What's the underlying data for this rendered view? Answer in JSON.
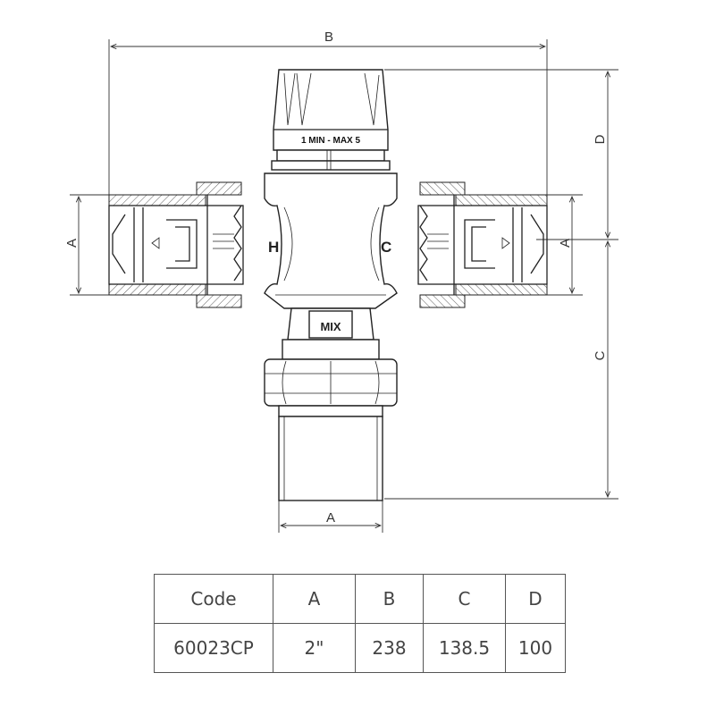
{
  "drawing": {
    "dimension_labels": {
      "B": "B",
      "D": "D",
      "C": "C",
      "A_left": "A",
      "A_right": "A",
      "A_bottom": "A"
    },
    "knob_label": "1 MIN - MAX 5",
    "hot_port_label": "H",
    "cold_port_label": "C",
    "outlet_label": "MIX"
  },
  "table": {
    "headers": [
      "Code",
      "A",
      "B",
      "C",
      "D"
    ],
    "rows": [
      [
        "60023CP",
        "2\"",
        "238",
        "138.5",
        "100"
      ]
    ]
  }
}
